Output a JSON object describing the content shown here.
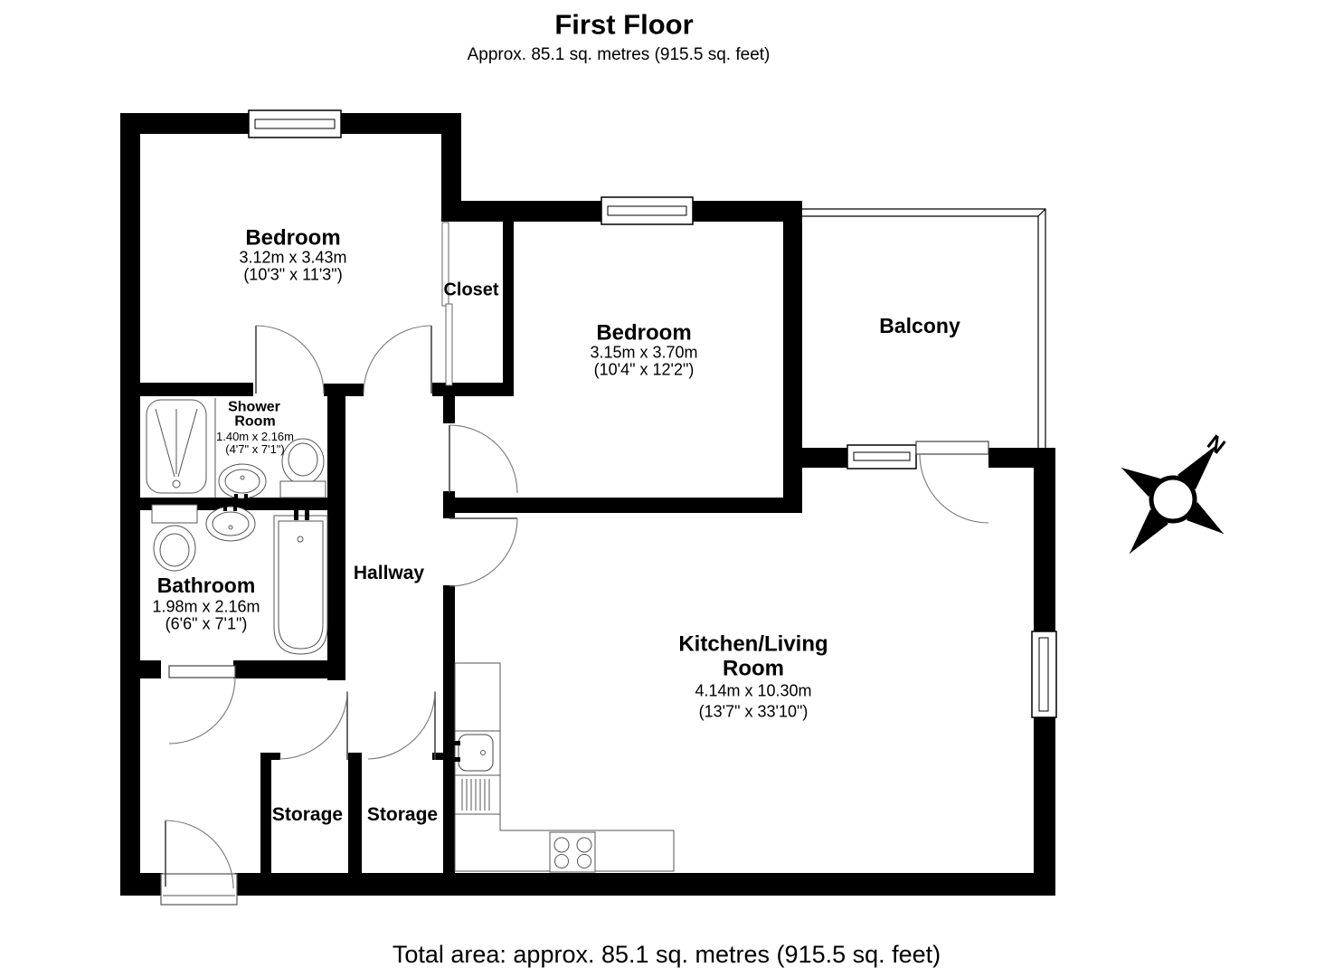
{
  "header": {
    "title": "First Floor",
    "subtitle": "Approx. 85.1 sq. metres (915.5 sq. feet)"
  },
  "footer": {
    "total_area": "Total area: approx. 85.1 sq. metres (915.5 sq. feet)"
  },
  "compass": {
    "north_label": "N"
  },
  "rooms": {
    "bedroom1": {
      "name": "Bedroom",
      "dims_metric": "3.12m x 3.43m",
      "dims_imperial": "(10'3\" x 11'3\")"
    },
    "closet": {
      "name": "Closet"
    },
    "bedroom2": {
      "name": "Bedroom",
      "dims_metric": "3.15m x 3.70m",
      "dims_imperial": "(10'4\" x 12'2\")"
    },
    "balcony": {
      "name": "Balcony"
    },
    "shower_room": {
      "name_line1": "Shower",
      "name_line2": "Room",
      "dims_metric": "1.40m x 2.16m",
      "dims_imperial": "(4'7\" x 7'1\")"
    },
    "bathroom": {
      "name": "Bathroom",
      "dims_metric": "1.98m x 2.16m",
      "dims_imperial": "(6'6\" x 7'1\")"
    },
    "hallway": {
      "name": "Hallway"
    },
    "kitchen_living": {
      "name_line1": "Kitchen/Living",
      "name_line2": "Room",
      "dims_metric": "4.14m x 10.30m",
      "dims_imperial": "(13'7\" x 33'10\")"
    },
    "storage1": {
      "name": "Storage"
    },
    "storage2": {
      "name": "Storage"
    }
  },
  "colors": {
    "wall": "#000000",
    "thin_line": "#7a7a7a"
  }
}
